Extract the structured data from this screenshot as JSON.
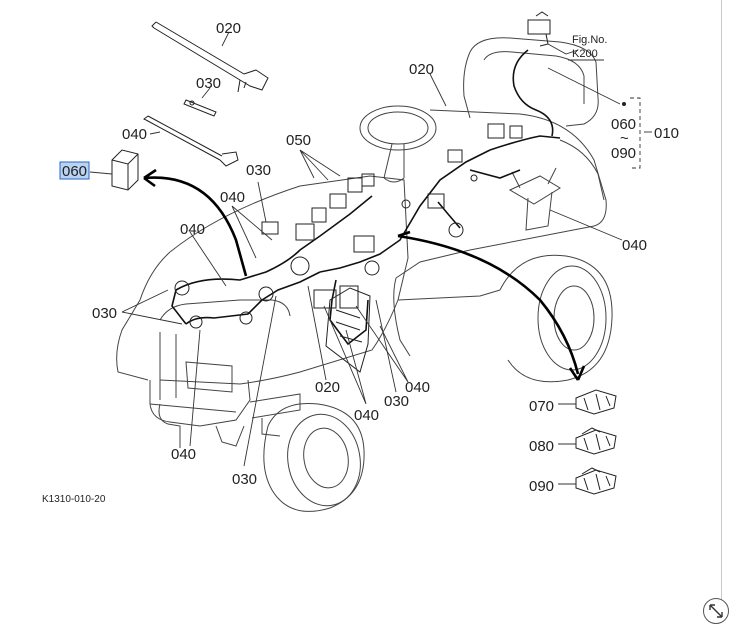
{
  "diagram": {
    "labels": {
      "l020_top": "020",
      "l030_top": "030",
      "l040_top": "040",
      "l060_selected": "060",
      "l020_right": "020",
      "l050": "050",
      "l030_mid": "030",
      "l040_mid": "040",
      "l040_left": "040",
      "l030_left": "030",
      "l060_range": "060",
      "l090_range": "090",
      "tilde": "~",
      "l010": "010",
      "l040_right": "040",
      "l040_center": "040",
      "l020_bottom": "020",
      "l040_bottom": "040",
      "l030_bottom": "030",
      "l040_lower_left": "040",
      "l030_lower": "030",
      "l070": "070",
      "l080": "080",
      "l090": "090"
    },
    "fig_ref": {
      "line1": "Fig.No.",
      "line2": "K200"
    },
    "drawing_code": "K1310-010-20"
  },
  "controls": {
    "zoom_icon": "expand-arrows-icon"
  },
  "colors": {
    "selection_fill": "#b9d3f3",
    "selection_border": "#2a64c5",
    "ink": "#222222"
  }
}
